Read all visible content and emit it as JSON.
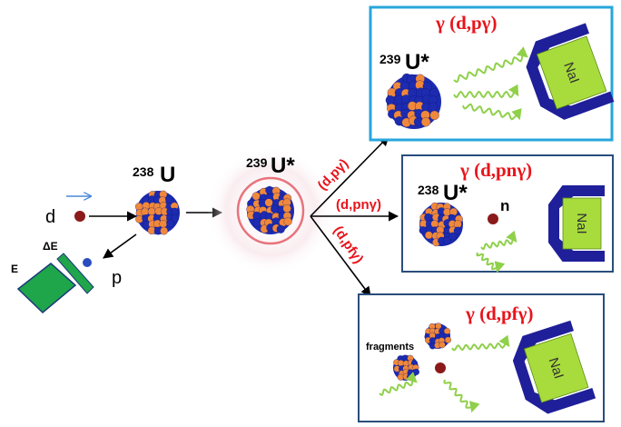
{
  "projectile": "d",
  "ejectile": "p",
  "detector": {
    "e_label": "E",
    "de_label": "ΔE"
  },
  "target": {
    "mass": "238",
    "symbol": "U"
  },
  "compound": {
    "mass": "239",
    "symbol": "U*"
  },
  "branches": [
    "(d,pγ)",
    "(d,pnγ)",
    "(d,pfγ)"
  ],
  "panel_top": {
    "title": "γ (d,pγ)",
    "mass": "239",
    "symbol": "U*",
    "detector": "NaI"
  },
  "panel_mid": {
    "title": "γ (d,pnγ)",
    "mass": "238",
    "symbol": "U*",
    "neutron": "n",
    "detector": "NaI"
  },
  "panel_bot": {
    "title": "γ (d,pfγ)",
    "fragments_label": "fragments",
    "detector": "NaI"
  },
  "colors": {
    "blue_nucleon": "#1c2bb0",
    "orange_nucleon": "#f0883c",
    "panel_top_border": "#27a6dc",
    "panel_border": "#2a4d7c",
    "detector_green": "#a8dc3c",
    "detector_blue": "#1f1f9a",
    "gamma_green": "#8fd04a",
    "label_red": "#e8141b"
  }
}
